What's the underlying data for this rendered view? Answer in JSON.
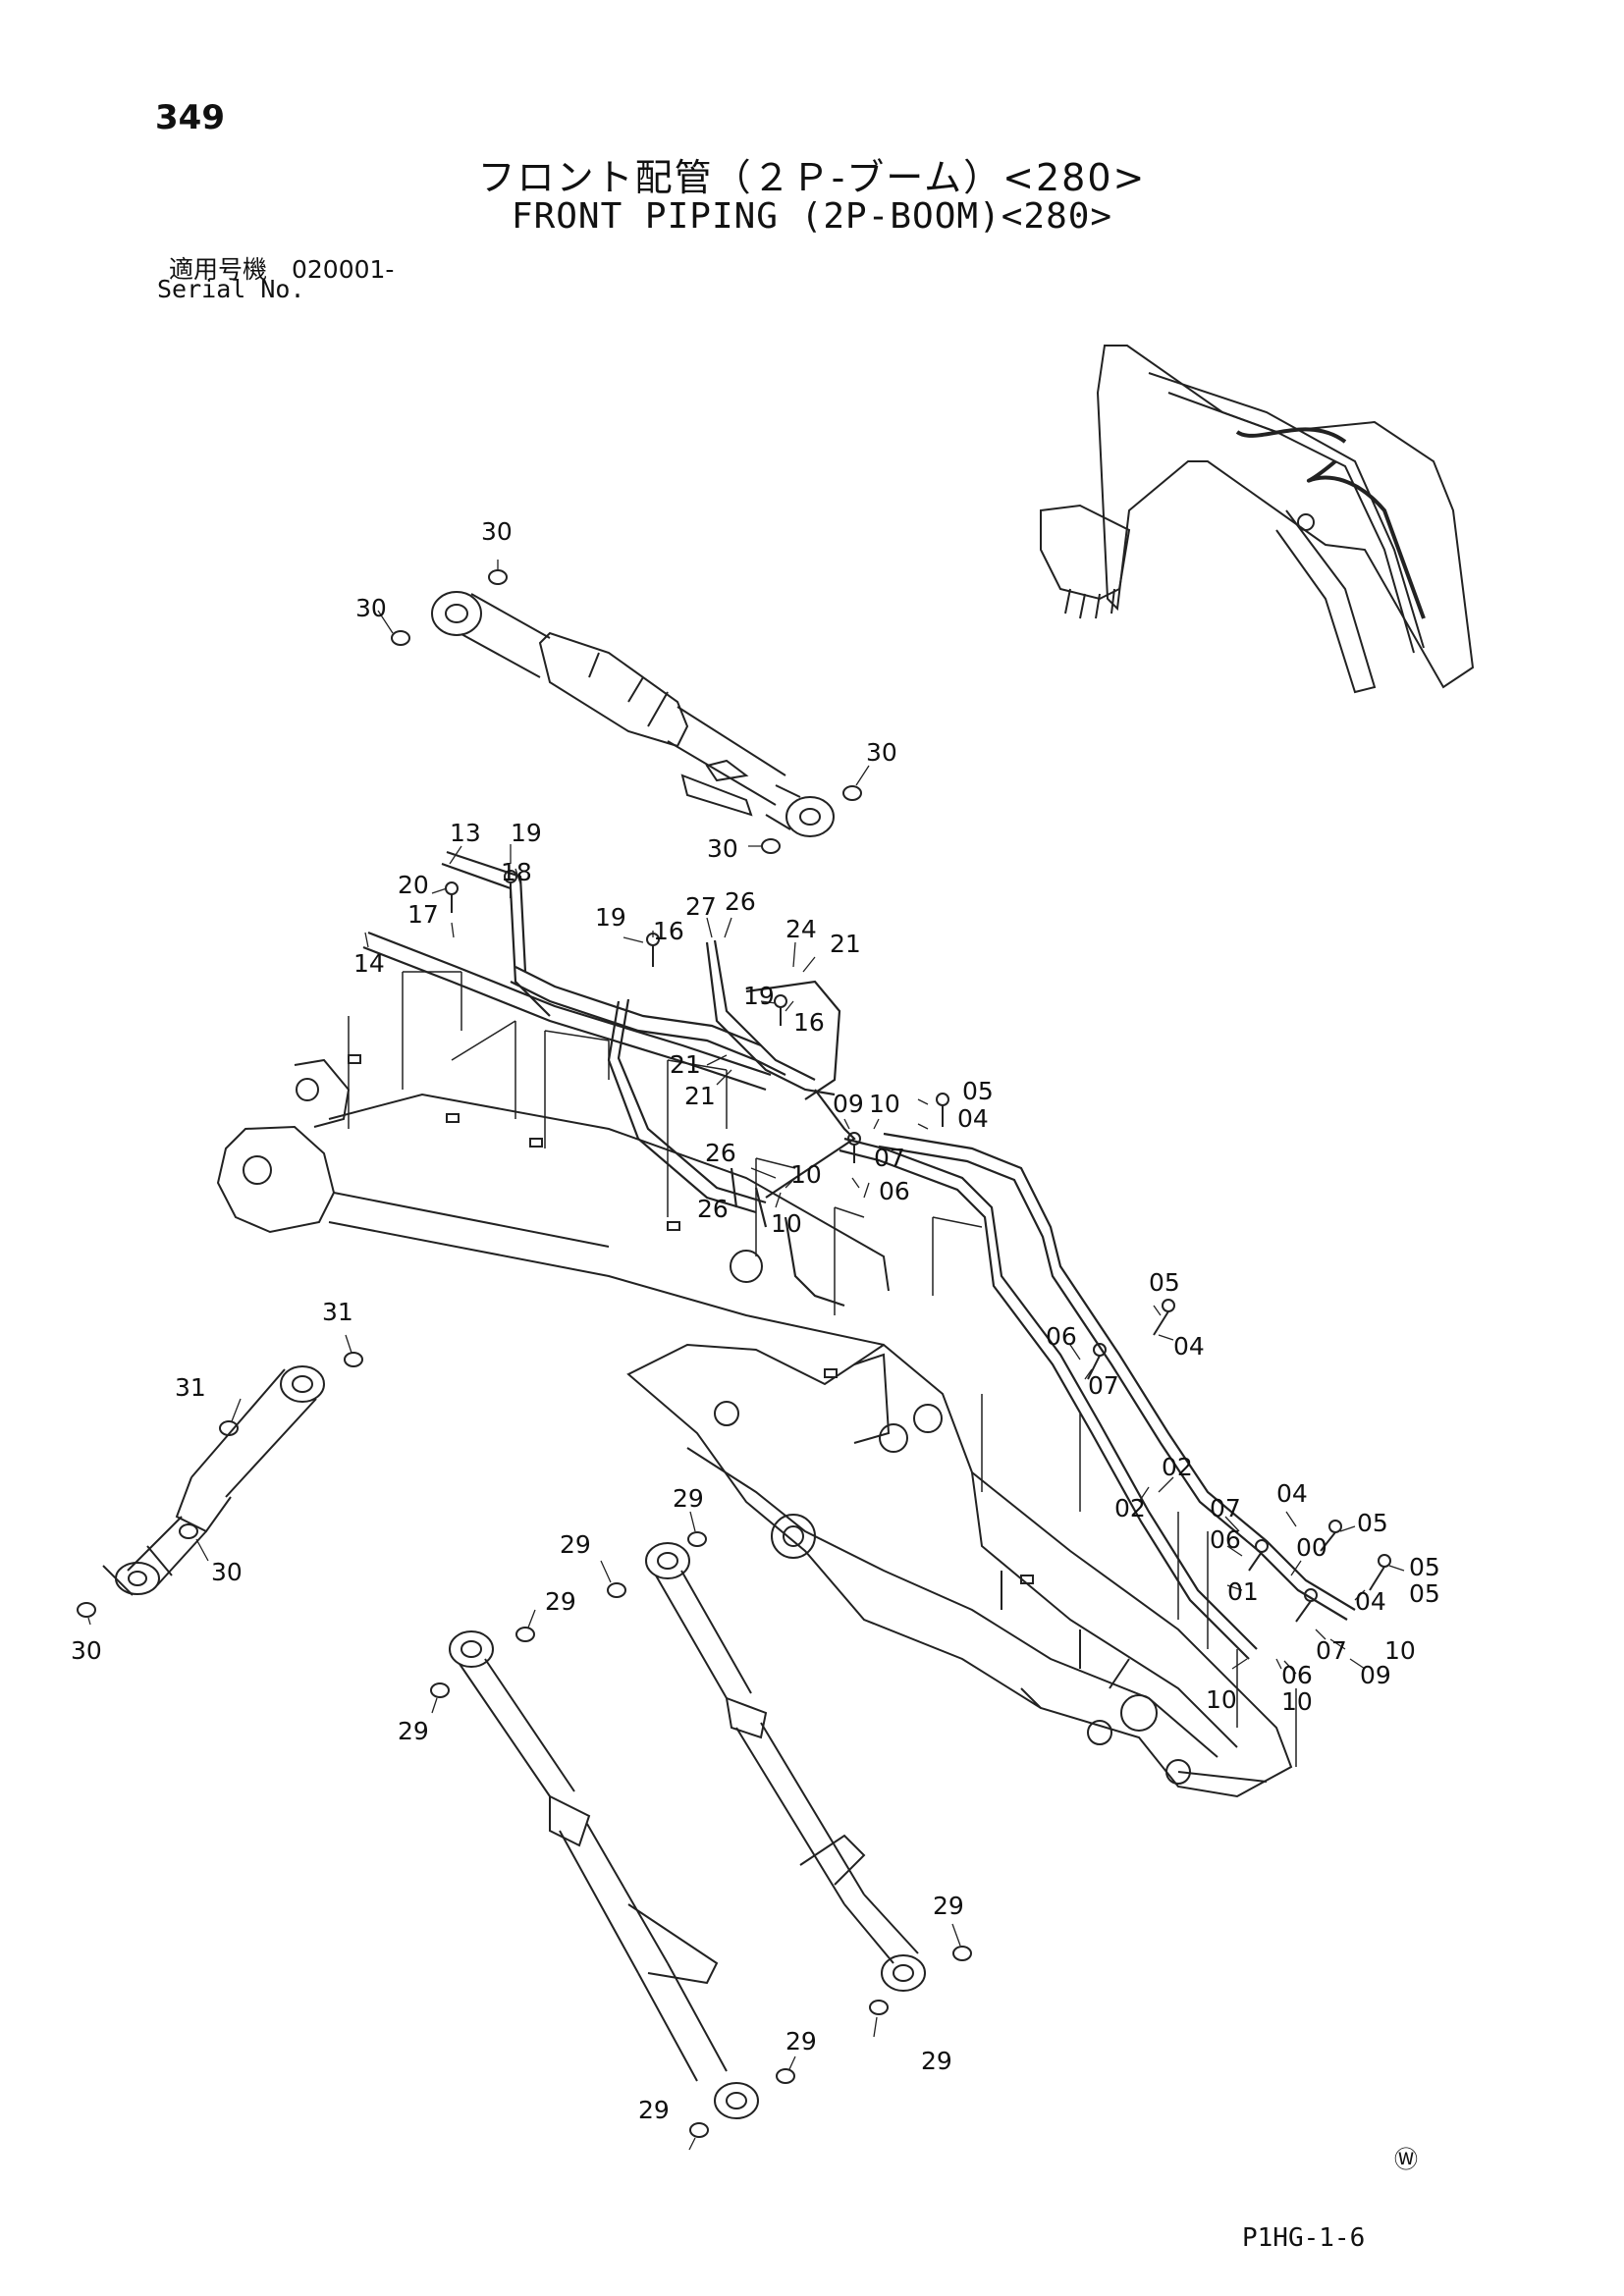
{
  "page_number": "349",
  "title_jp": "フロント配管（２Ｐ-ブーム）<280>",
  "title_en": "FRONT PIPING (2P-BOOM)<280>",
  "serial_jp": "適用号機　020001-",
  "serial_label": "Serial No.",
  "watermark": "Ⓦ",
  "drawing_code": "P1HG-1-6",
  "callouts": {
    "c30a": "30",
    "c30b": "30",
    "c30c": "30",
    "c30d": "30",
    "c30e": "30",
    "c30f": "30",
    "c13": "13",
    "c19a": "19",
    "c18": "18",
    "c20": "20",
    "c17": "17",
    "c14": "14",
    "c19b": "19",
    "c16a": "16",
    "c27": "27",
    "c26a": "26",
    "c24": "24",
    "c21a": "21",
    "c19c": "19",
    "c16b": "16",
    "c21b": "21",
    "c21c": "21",
    "c09a": "09",
    "c10a": "10",
    "c05a": "05",
    "c04a": "04",
    "c10b": "10",
    "c07a": "07",
    "c06a": "06",
    "c26b": "26",
    "c26c": "26",
    "c10c": "10",
    "c05b": "05",
    "c04b": "04",
    "c06b": "06",
    "c07b": "07",
    "c02a": "02",
    "c02b": "02",
    "c04c": "04",
    "c05c": "05",
    "c07c": "07",
    "c06c": "06",
    "c00": "00",
    "c05d": "05",
    "c01": "01",
    "c04d": "04",
    "c05e": "05",
    "c07d": "07",
    "c06d": "06",
    "c09b": "09",
    "c10d": "10",
    "c10e": "10",
    "c10f": "10",
    "c31a": "31",
    "c31b": "31",
    "c29a": "29",
    "c29b": "29",
    "c29c": "29",
    "c29d": "29",
    "c29e": "29",
    "c29f": "29",
    "c29g": "29",
    "c29h": "29"
  }
}
